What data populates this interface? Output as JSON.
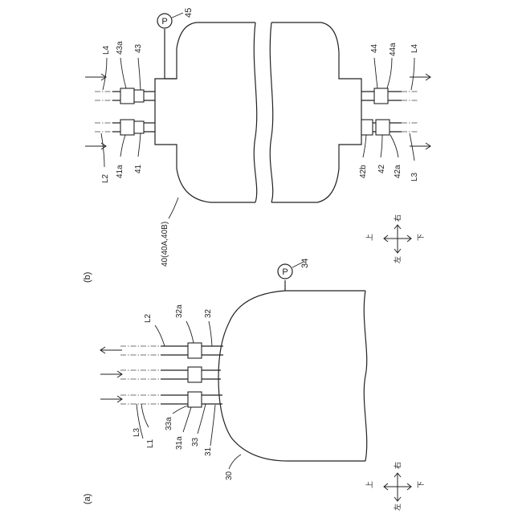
{
  "panel_a": {
    "caption": "(a)",
    "tank_ref": "30",
    "gauge_symbol": "P",
    "gauge_ref": "34",
    "line_refs": [
      "L1",
      "L2",
      "L3"
    ],
    "port_refs": [
      "31",
      "31a",
      "32",
      "32a",
      "33",
      "33a"
    ],
    "compass": {
      "up": "上",
      "down": "下",
      "left": "左",
      "right": "右"
    }
  },
  "panel_b": {
    "caption": "(b)",
    "tank_ref": "40(40A,40B)",
    "gauge_symbol": "P",
    "gauge_ref": "45",
    "line_refs": [
      "L2",
      "L4",
      "L3",
      "L4"
    ],
    "port_refs": [
      "41",
      "41a",
      "43",
      "43a",
      "42",
      "42a",
      "42b",
      "44",
      "44a"
    ],
    "compass": {
      "up": "上",
      "down": "下",
      "left": "左",
      "right": "右"
    }
  }
}
